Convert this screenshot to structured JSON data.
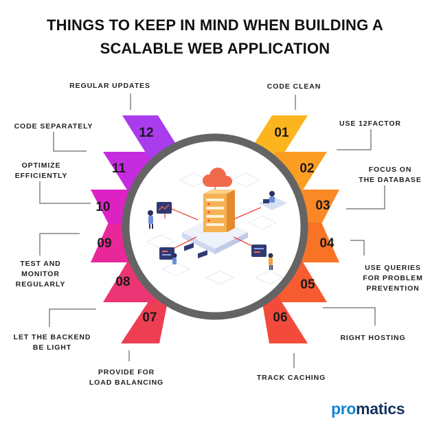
{
  "title": {
    "line1": "THINGS TO KEEP IN MIND WHEN BUILDING A",
    "line2": "SCALABLE WEB APPLICATION"
  },
  "items": [
    {
      "num": "01",
      "lines": [
        "CODE CLEAN"
      ],
      "color": "#fdb51f"
    },
    {
      "num": "02",
      "lines": [
        "USE 12FACTOR"
      ],
      "color": "#fc9d24"
    },
    {
      "num": "03",
      "lines": [
        "FOCUS ON",
        "THE DATABASE"
      ],
      "color": "#fb8826"
    },
    {
      "num": "04",
      "lines": [
        "USE QUERIES",
        "FOR PROBLEM",
        "PREVENTION"
      ],
      "color": "#f97326"
    },
    {
      "num": "05",
      "lines": [
        "RIGHT HOSTING"
      ],
      "color": "#f65c30"
    },
    {
      "num": "06",
      "lines": [
        "TRACK CACHING"
      ],
      "color": "#f24b3c"
    },
    {
      "num": "07",
      "lines": [
        "PROVIDE FOR",
        "LOAD BALANCING"
      ],
      "color": "#ee3f52"
    },
    {
      "num": "08",
      "lines": [
        "LET THE BACKEND",
        "BE LIGHT"
      ],
      "color": "#ec3575"
    },
    {
      "num": "09",
      "lines": [
        "TEST AND",
        "MONITOR",
        "REGULARLY"
      ],
      "color": "#e8289a"
    },
    {
      "num": "10",
      "lines": [
        "OPTIMIZE",
        "EFFICIENTLY"
      ],
      "color": "#dd22c4"
    },
    {
      "num": "11",
      "lines": [
        "CODE SEPARATELY"
      ],
      "color": "#c52ce0"
    },
    {
      "num": "12",
      "lines": [
        "REGULAR UPDATES"
      ],
      "color": "#a93ced"
    }
  ],
  "brand": {
    "part1": "pro",
    "part2": "matics"
  }
}
